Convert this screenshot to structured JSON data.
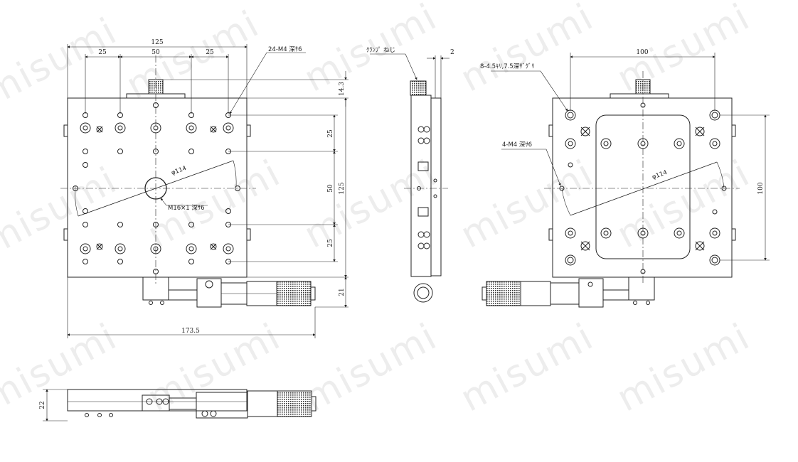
{
  "watermark": "misumi",
  "front_view": {
    "dims": {
      "overall_width": "125",
      "pitch_left": "25",
      "pitch_center": "50",
      "pitch_right": "25",
      "top_offset": "14.3",
      "v_pitch_top": "25",
      "v_pitch_mid": "50",
      "v_pitch_bottom": "25",
      "overall_height": "125",
      "micrometer_height": "21",
      "total_length": "173.5"
    },
    "notes": {
      "tapped_holes": "24-M4 深ｻ6",
      "center_hole": "M16×1 深ｻ6",
      "circle_diameter": "φ114"
    }
  },
  "side_view": {
    "notes": {
      "clamp_screw": "ｸﾗﾝﾌﾟ ねじ"
    },
    "dims": {
      "clamp_offset": "2"
    }
  },
  "bottom_view": {
    "notes": {
      "counterbore": "8-4.5ｷﾘ,7.5深ｻﾞｸﾞﾘ",
      "tapped_holes": "4-M4 深ｻ6",
      "circle_diameter": "φ114"
    },
    "dims": {
      "hole_pitch_h": "100",
      "hole_pitch_v": "100"
    }
  },
  "small_side_view": {
    "dims": {
      "height": "22"
    }
  }
}
